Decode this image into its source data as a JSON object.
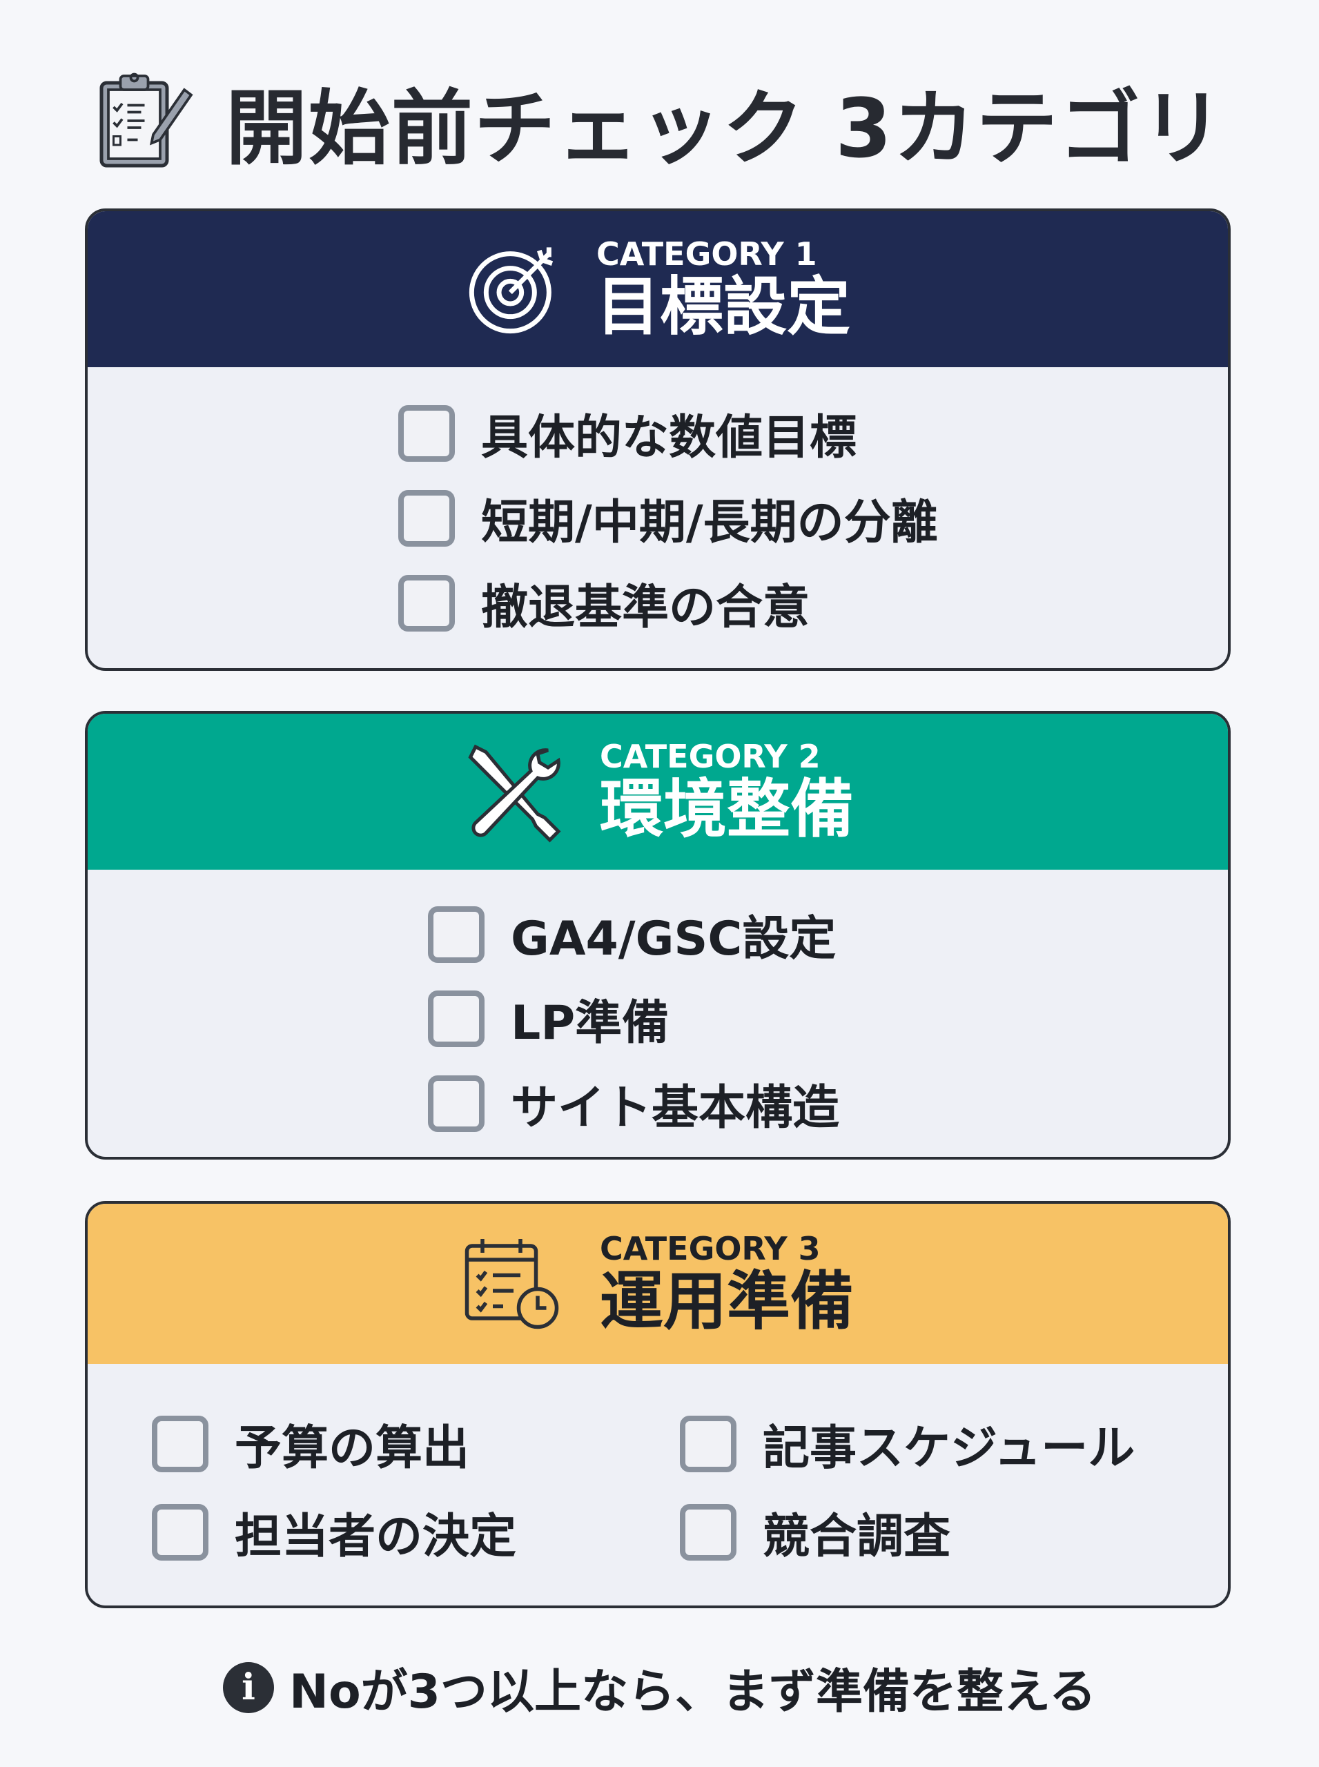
{
  "title": {
    "text": "開始前チェック 3カテゴリ",
    "icon": "clipboard-checklist-icon"
  },
  "categories": [
    {
      "label": "CATEGORY 1",
      "name": "目標設定",
      "icon": "target-icon",
      "color": "#1f2a52",
      "items": [
        "具体的な数値目標",
        "短期/中期/長期の分離",
        "撤退基準の合意"
      ]
    },
    {
      "label": "CATEGORY 2",
      "name": "環境整備",
      "icon": "tools-icon",
      "color": "#00a88f",
      "items": [
        "GA4/GSC設定",
        "LP準備",
        "サイト基本構造"
      ]
    },
    {
      "label": "CATEGORY 3",
      "name": "運用準備",
      "icon": "calendar-clock-icon",
      "color": "#f7c265",
      "items": [
        "予算の算出",
        "担当者の決定",
        "記事スケジュール",
        "競合調査"
      ]
    }
  ],
  "footer": {
    "text": "Noが3つ以上なら、まず準備を整える",
    "icon": "info-icon"
  }
}
